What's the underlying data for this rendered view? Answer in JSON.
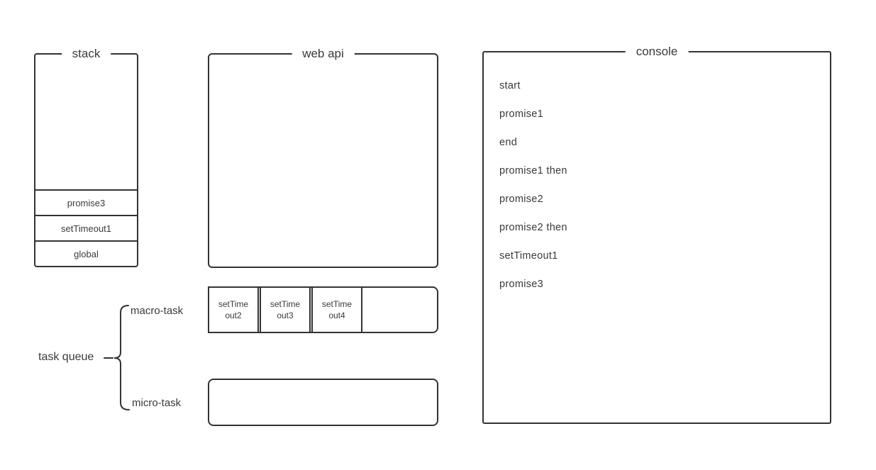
{
  "theme": {
    "background": "#ffffff",
    "line_color": "#333333",
    "text_color": "#3a3a3a"
  },
  "stack": {
    "title": "stack",
    "frames": [
      "promise3",
      "setTimeout1",
      "global"
    ]
  },
  "web_api": {
    "title": "web api"
  },
  "console": {
    "title": "console",
    "lines": [
      "start",
      "promise1",
      "end",
      "promise1 then",
      "promise2",
      "promise2 then",
      "setTimeout1",
      "promise3"
    ]
  },
  "task_queue": {
    "label": "task queue",
    "macro_task": {
      "label": "macro-task",
      "cells": [
        "setTime\nout2",
        "setTime\nout3",
        "setTime\nout4"
      ]
    },
    "micro_task": {
      "label": "micro-task"
    }
  }
}
